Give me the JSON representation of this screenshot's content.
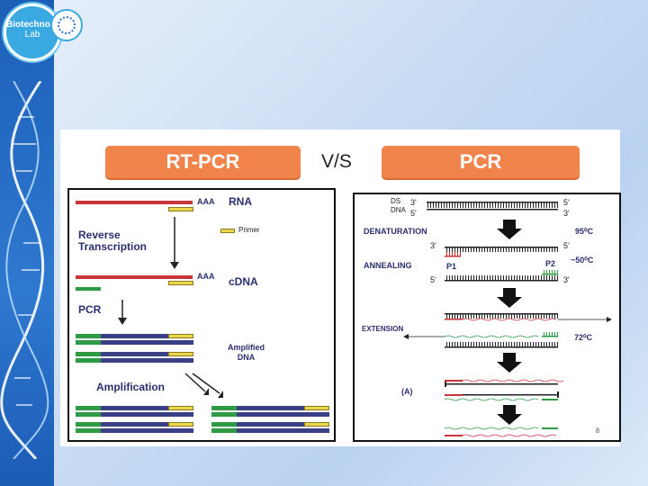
{
  "logo": {
    "line1": "Biotechnology",
    "line2": "Lab"
  },
  "header": {
    "left": "RT-PCR",
    "vs": "V/S",
    "right": "PCR"
  },
  "rtpcr": {
    "rna": "RNA",
    "aaa": "AAA",
    "primer": "Primer",
    "reverse_transcription": "Reverse\nTranscription",
    "cdna": "cDNA",
    "pcr": "PCR",
    "amplified_dna": "Amplified\nDNA",
    "amplification": "Amplification"
  },
  "pcr": {
    "ds_dna": "DS\nDNA",
    "three_prime": "3'",
    "five_prime": "5'",
    "denaturation": "DENATURATION",
    "temp_denat": "95⁰C",
    "annealing": "ANNEALING",
    "temp_anneal": "~50⁰C",
    "p1": "P1",
    "p2": "P2",
    "extension": "EXTENSION",
    "temp_ext": "72⁰C",
    "a_label": "(A)"
  },
  "page_number": "8",
  "colors": {
    "orange": "#f0844a",
    "red": "#c9353b",
    "yellow": "#ecd64c",
    "green": "#2e9a44",
    "navy": "#3b3f86"
  }
}
